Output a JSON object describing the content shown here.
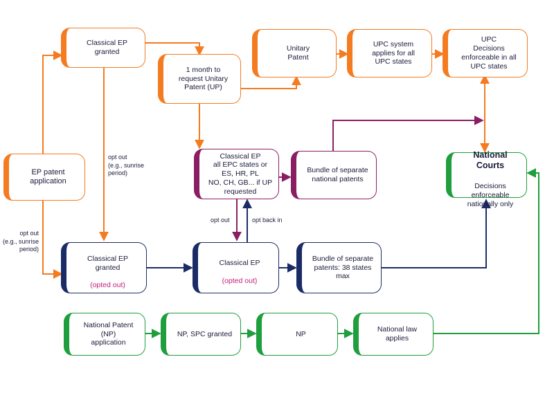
{
  "boxes": {
    "classical_ep_granted": "Classical EP\ngranted",
    "one_month": "1 month to\nrequest Unitary\nPatent (UP)",
    "unitary_patent": "Unitary\nPatent",
    "upc_system": "UPC system\napplies for all\nUPC states",
    "upc_decisions": "UPC\nDecisions\nenforceable in all\nUPC states",
    "ep_application": "EP patent\napplication",
    "classical_ep_all_states": "Classical EP\nall EPC states or\nES, HR, PL\nNO, CH, GB... if UP\nrequested",
    "bundle_national": "Bundle of separate\nnational patents",
    "national_courts_title": "National Courts",
    "national_courts_sub": "Decisions enforceable\nnationally only",
    "classical_ep_granted_optout": "Classical EP\ngranted",
    "opted_out_1": "(opted out)",
    "classical_ep_optout": "Classical EP",
    "opted_out_2": "(opted out)",
    "bundle_38": "Bundle of separate\npatents: 38 states\nmax",
    "np_application": "National Patent (NP)\napplication",
    "np_spc": "NP, SPC granted",
    "np": "NP",
    "national_law": "National law\napplies"
  },
  "labels": {
    "opt_out_sunrise_1": "opt out\n(e.g., sunrise\nperiod)",
    "opt_out_sunrise_2": "opt out\n(e.g., sunrise\nperiod)",
    "opt_out": "opt out",
    "opt_back_in": "opt back in"
  },
  "colors": {
    "orange": "#f47b20",
    "purple": "#8a1e63",
    "navy": "#1b2b66",
    "green": "#1e9e3c",
    "opted_out_text": "#c0207a"
  }
}
